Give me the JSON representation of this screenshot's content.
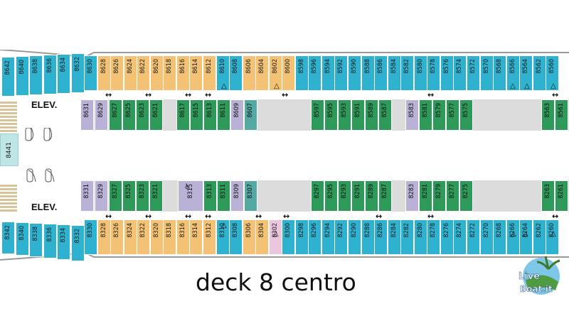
{
  "title": "deck 8 centro",
  "logo": {
    "line1": "Live",
    "line2": "Boat.it"
  },
  "elevator_label": "ELEV.",
  "colors": {
    "blue": "#2fb2cf",
    "orange": "#f3c274",
    "green": "#2e9a5a",
    "lavender": "#b9b2d6",
    "teal": "#55a9a3",
    "pink": "#ebc6df",
    "corridor": "#dcdcdc",
    "outline": "#9a9a9a"
  },
  "top_outer": [
    "8642",
    "8640",
    "8638",
    "8636",
    "8634",
    "8632",
    "8630",
    "8628",
    "8626",
    "8624",
    "8622",
    "8620",
    "8618",
    "8616",
    "8614",
    "8612",
    "8610",
    "8608",
    "8606",
    "8604",
    "8602",
    "8600",
    "8598",
    "8596",
    "8594",
    "8592",
    "8590",
    "8588",
    "8586",
    "8584",
    "8582",
    "8580",
    "8578",
    "8576",
    "8574",
    "8572",
    "8570",
    "8568",
    "8566",
    "8564",
    "8562",
    "8560"
  ],
  "top_inner": [
    "8631",
    "8629",
    "8627",
    "8625",
    "8623",
    "8621",
    "8617",
    "8615",
    "8613",
    "8611",
    "8609",
    "8607",
    "8597",
    "8595",
    "8593",
    "8591",
    "8589",
    "8587",
    "8583",
    "8581",
    "8579",
    "8577",
    "8575",
    "8563",
    "8561"
  ],
  "bottom_inner": [
    "8331",
    "8329",
    "8327",
    "8325",
    "8323",
    "8321",
    "8315",
    "8313",
    "8311",
    "8309",
    "8307",
    "8297",
    "8295",
    "8293",
    "8291",
    "8289",
    "8287",
    "8283",
    "8281",
    "8279",
    "8277",
    "8275",
    "8263",
    "8261"
  ],
  "bottom_outer": [
    "8342",
    "8340",
    "8338",
    "8336",
    "8334",
    "8332",
    "8330",
    "8328",
    "8326",
    "8324",
    "8322",
    "8320",
    "8318",
    "8316",
    "8314",
    "8312",
    "8310",
    "8308",
    "8306",
    "8304",
    "8302",
    "8300",
    "8298",
    "8296",
    "8294",
    "8292",
    "8290",
    "8288",
    "8286",
    "8284",
    "8282",
    "8280",
    "8278",
    "8276",
    "8274",
    "8272",
    "8270",
    "8268",
    "8266",
    "8264",
    "8262",
    "8260"
  ],
  "side_cabin": "8441",
  "markers": {
    "triangle": "△",
    "arrow": "↔",
    "wheelchair": "♿"
  }
}
